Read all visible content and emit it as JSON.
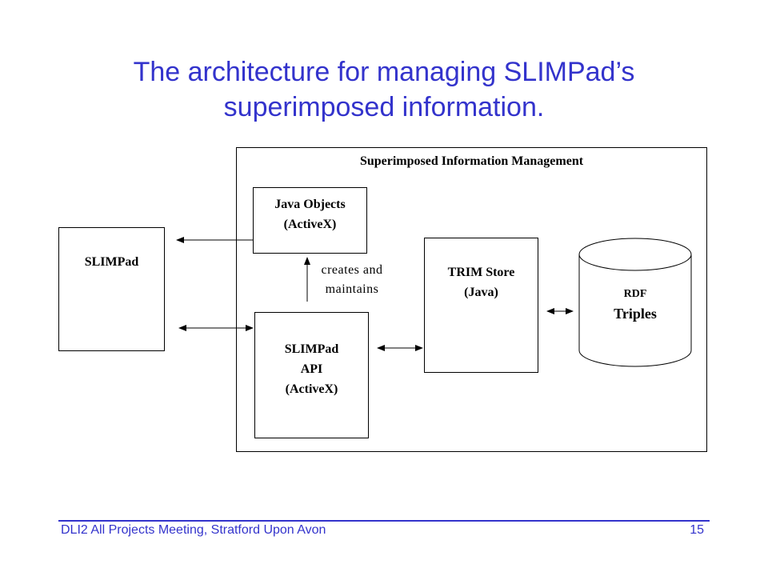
{
  "slide": {
    "title_line1": "The architecture for managing SLIMPad’s",
    "title_line2": "superimposed information."
  },
  "diagram": {
    "container_label": "Superimposed Information Management",
    "slimpad_label": "SLIMPad",
    "java_objects": {
      "line1": "Java Objects",
      "line2": "(ActiveX)"
    },
    "creates_label": {
      "line1": "creates and",
      "line2": "maintains"
    },
    "slimpad_api": {
      "line1": "SLIMPad",
      "line2": "API",
      "line3": "(ActiveX)"
    },
    "trim_store": {
      "line1": "TRIM Store",
      "line2": "(Java)"
    },
    "rdf_store": {
      "line1": "RDF",
      "line2": "Triples"
    }
  },
  "footer": {
    "left_text": "DLI2 All Projects Meeting, Stratford Upon Avon",
    "page_number": "15"
  },
  "colors": {
    "accent": "#3333cc",
    "line": "#000000"
  }
}
